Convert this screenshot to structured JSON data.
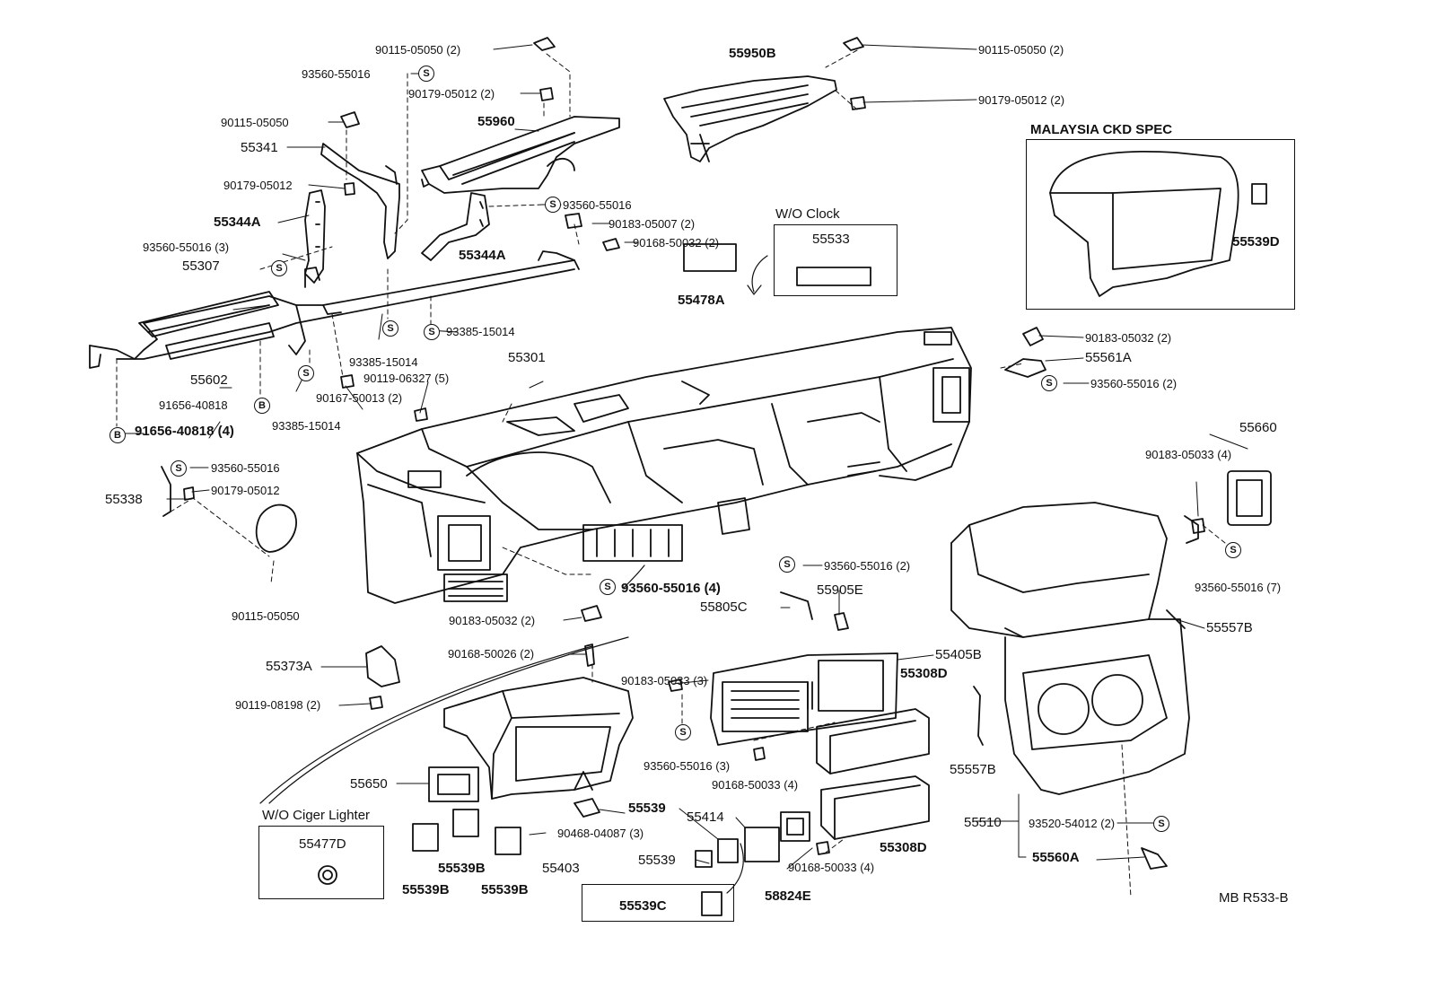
{
  "diagram": {
    "ref_code": "MB R533-B",
    "sections": {
      "malaysia": "MALAYSIA CKD SPEC",
      "wo_clock": "W/O Clock",
      "wo_lighter": "W/O Ciger Lighter"
    },
    "symbol_s": "S",
    "symbol_b": "B",
    "labels": [
      "90115-05050 (2)",
      "93560-55016",
      "90179-05012 (2)",
      "90115-05050",
      "55341",
      "90179-05012",
      "55344A",
      "93560-55016 (3)",
      "55307",
      "55602",
      "91656-40818",
      "91656-40818 (4)",
      "93385-15014",
      "90167-50013 (2)",
      "93385-15014",
      "90119-06327 (5)",
      "93385-15014",
      "55960",
      "93560-55016",
      "55344A",
      "90183-05007 (2)",
      "90168-50032 (2)",
      "55950B",
      "90115-05050 (2)",
      "90179-05012 (2)",
      "55533",
      "55478A",
      "55301",
      "90183-05032 (2)",
      "55561A",
      "93560-55016 (2)",
      "55539D",
      "93560-55016",
      "90179-05012",
      "55338",
      "90115-05050",
      "93560-55016 (4)",
      "93560-55016 (2)",
      "55805C",
      "55905E",
      "90183-05032 (2)",
      "90168-50026 (2)",
      "90183-05033 (3)",
      "55405B",
      "55308D",
      "93560-55016 (3)",
      "90168-50033 (4)",
      "55373A",
      "90119-08198 (2)",
      "55650",
      "55539",
      "55414",
      "55539",
      "90168-50033 (4)",
      "58824E",
      "55539B",
      "55539B",
      "55539B",
      "55403",
      "90468-04087 (3)",
      "55477D",
      "55539C",
      "55308D",
      "55660",
      "90183-05033 (4)",
      "93560-55016 (7)",
      "55557B",
      "55557B",
      "55510",
      "93520-54012 (2)",
      "55560A"
    ]
  }
}
